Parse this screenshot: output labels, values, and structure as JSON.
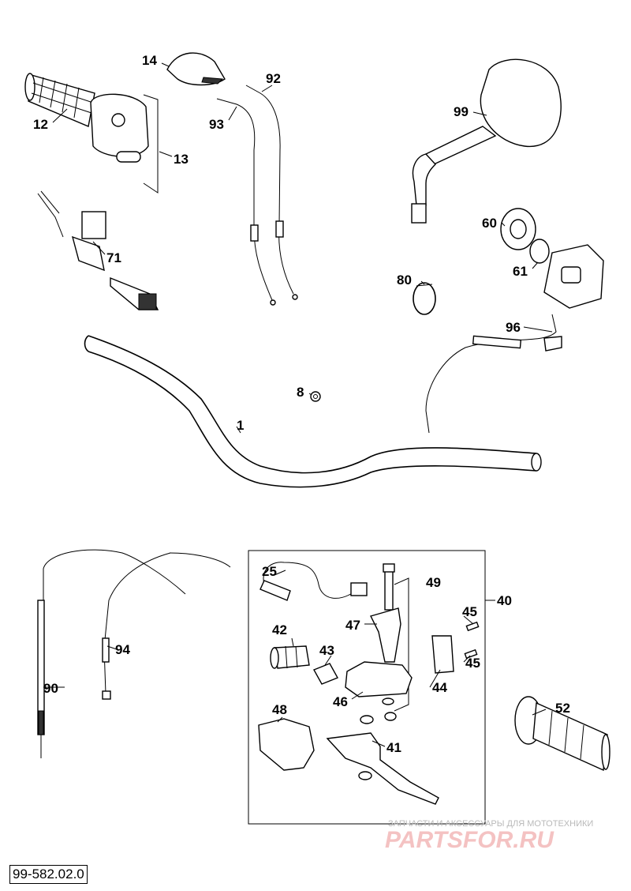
{
  "diagram": {
    "labels": {
      "p1": "1",
      "p8": "8",
      "p12": "12",
      "p13": "13",
      "p14": "14",
      "p25": "25",
      "p40": "40",
      "p41": "41",
      "p42": "42",
      "p43": "43",
      "p44": "44",
      "p45a": "45",
      "p45b": "45",
      "p46": "46",
      "p47": "47",
      "p48": "48",
      "p49": "49",
      "p52": "52",
      "p60": "60",
      "p61": "61",
      "p71": "71",
      "p80": "80",
      "p90": "90",
      "p92": "92",
      "p93": "93",
      "p94": "94",
      "p96": "96",
      "p99": "99"
    },
    "reference_code": "99-582.02.0",
    "watermark": {
      "tagline": "ЗАПЧАСТИ И АКСЕССУАРЫ ДЛЯ МОТОТЕХНИКИ",
      "brand": "PARTSFOR.RU"
    }
  }
}
